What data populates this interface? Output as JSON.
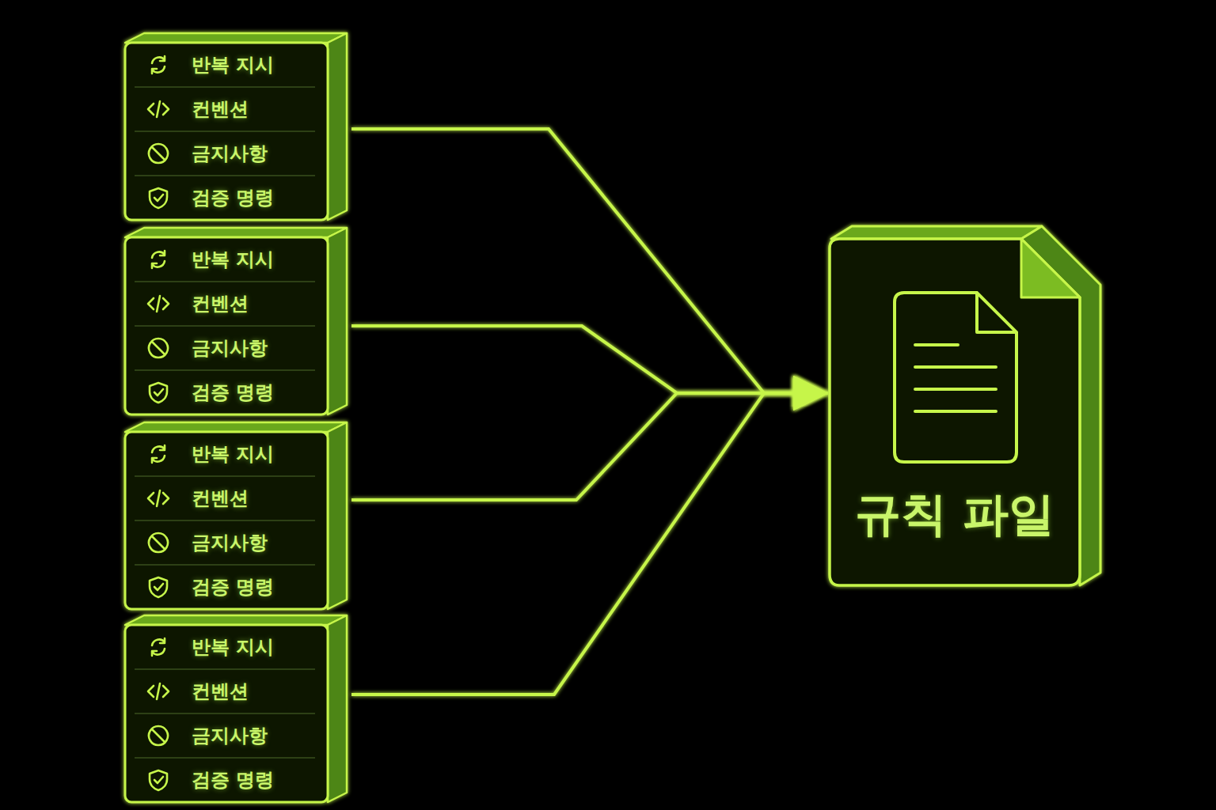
{
  "diagram": {
    "nodes": [
      {
        "text": [
          "반복 지시",
          "컨벤션",
          "금지사항",
          "검증 명령"
        ]
      },
      {
        "text": [
          "반복 지시",
          "컨벤션",
          "금지사항",
          "검증 명령"
        ]
      },
      {
        "text": [
          "반복 지시",
          "컨벤션",
          "금지사항",
          "검증 명령"
        ]
      },
      {
        "text": [
          "반복 지시",
          "컨벤션",
          "금지사항",
          "검증 명령"
        ]
      },
      {
        "text": [
          "규칙 파일"
        ]
      }
    ],
    "edges": [
      {
        "from": 0,
        "to": 4,
        "arrow": "to"
      },
      {
        "from": 1,
        "to": 4,
        "arrow": "to"
      },
      {
        "from": 2,
        "to": 4,
        "arrow": "to"
      },
      {
        "from": 3,
        "to": 4,
        "arrow": "to"
      }
    ]
  }
}
